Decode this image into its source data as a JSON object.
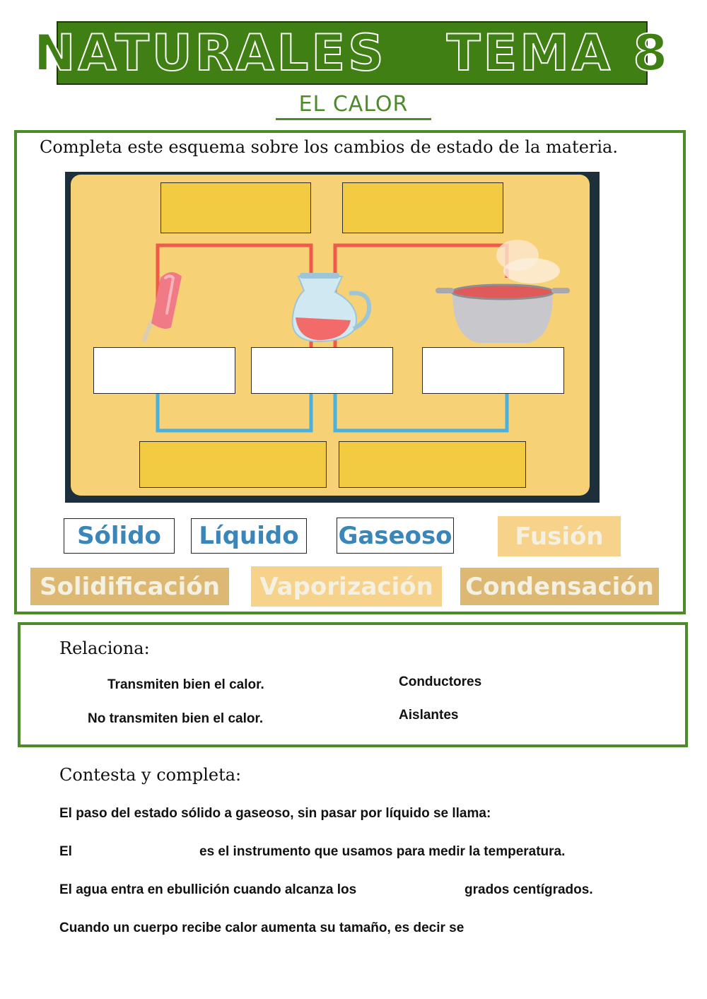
{
  "header": {
    "title": "NATURALES   TEMA 8",
    "subtitle": "EL CALOR"
  },
  "section1": {
    "instruction": "Completa este esquema sobre los cambios de estado de la materia.",
    "word_bank": [
      {
        "label": "Sólido",
        "style": "blue"
      },
      {
        "label": "Líquido",
        "style": "blue"
      },
      {
        "label": "Gaseoso",
        "style": "blue"
      },
      {
        "label": "Fusión",
        "style": "tan-light",
        "color": "#f6d28a"
      },
      {
        "label": "Solidificación",
        "style": "tan",
        "color": "#dcb872"
      },
      {
        "label": "Vaporización",
        "style": "tan-light",
        "color": "#f6d28a"
      },
      {
        "label": "Condensación",
        "style": "tan",
        "color": "#dcb872"
      }
    ]
  },
  "section2": {
    "instruction": "Relaciona:",
    "left": [
      "Transmiten bien el calor.",
      "No transmiten bien el calor."
    ],
    "right": [
      "Conductores",
      "Aislantes"
    ]
  },
  "section3": {
    "instruction": "Contesta  y completa:",
    "q1": "El paso del estado sólido a gaseoso, sin pasar por líquido se llama:",
    "q2_a": "El",
    "q2_b": "es el instrumento que usamos para medir la temperatura.",
    "q3_a": "El agua entra en ebullición cuando alcanza los",
    "q3_b": "grados centígrados.",
    "q4": "Cuando un cuerpo recibe calor aumenta su tamaño, es decir se"
  },
  "colors": {
    "accent_green": "#4c8a2a",
    "banner_green": "#3f7f14",
    "heat_red": "#ef5a4c",
    "cold_blue": "#4ab0de"
  },
  "icons": [
    "popsicle-icon",
    "jug-icon",
    "pot-icon"
  ]
}
